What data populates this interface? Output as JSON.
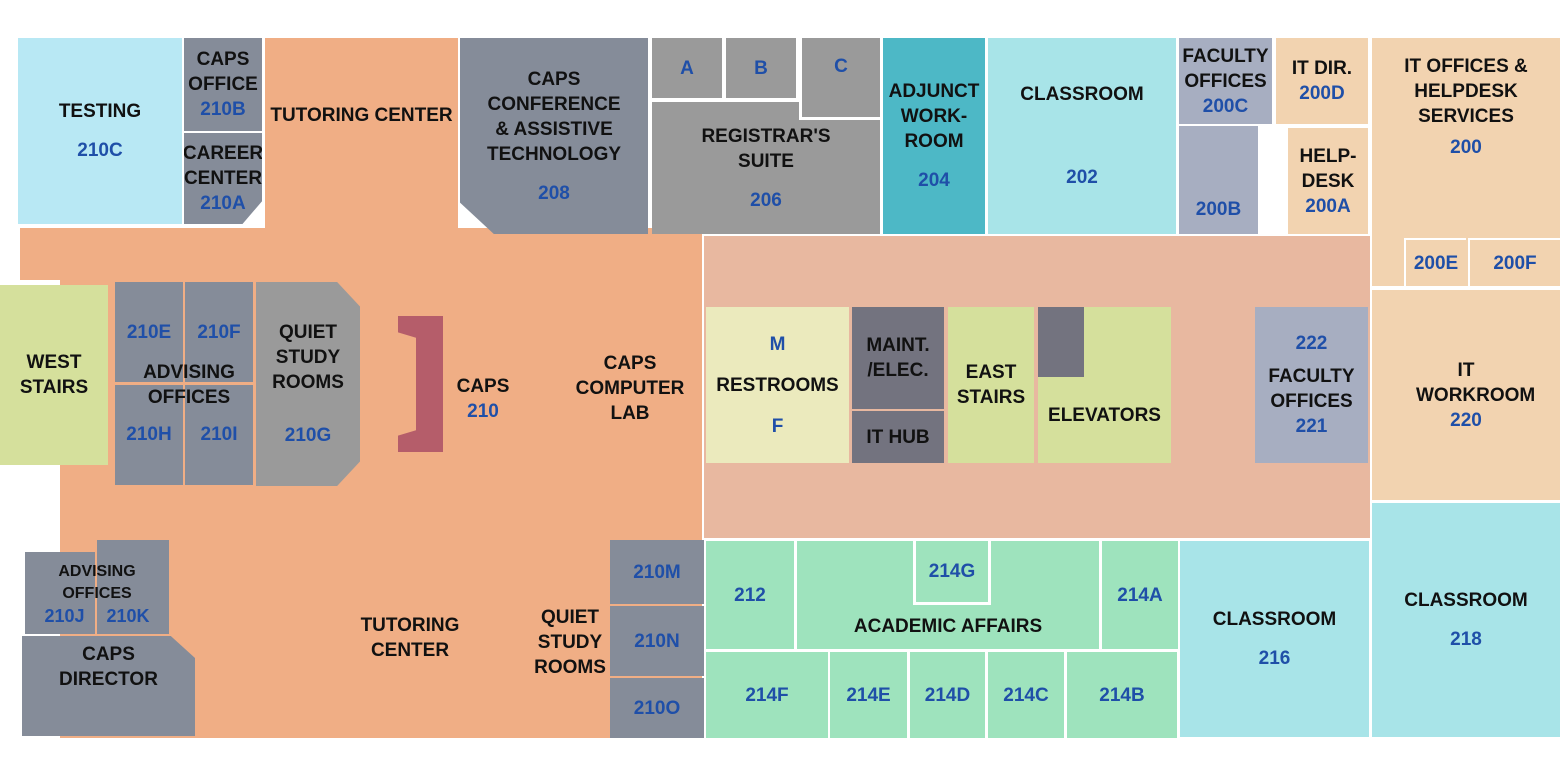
{
  "rooms": {
    "testing": {
      "name": "TESTING",
      "number": "210C"
    },
    "caps_office": {
      "name": "CAPS OFFICE",
      "number": "210B"
    },
    "career": {
      "name": "CAREER CENTER",
      "number": "210A"
    },
    "tutoring_top": {
      "name": "TUTORING CENTER"
    },
    "conference": {
      "name": "CAPS CONFERENCE & ASSISTIVE TECHNOLOGY",
      "number": "208"
    },
    "a": {
      "name": "A"
    },
    "b": {
      "name": "B"
    },
    "c": {
      "name": "C"
    },
    "registrar": {
      "name": "REGISTRAR'S SUITE",
      "number": "206"
    },
    "adjunct": {
      "name": "ADJUNCT WORK-ROOM",
      "number": "204"
    },
    "classroom202": {
      "name": "CLASSROOM",
      "number": "202"
    },
    "faculty200c": {
      "name": "FACULTY OFFICES",
      "number": "200C"
    },
    "r200b": {
      "number": "200B"
    },
    "itdir": {
      "name": "IT DIR.",
      "number": "200D"
    },
    "helpdesk": {
      "name": "HELP-DESK",
      "number": "200A"
    },
    "itoffices": {
      "name": "IT OFFICES & HELPDESK SERVICES",
      "number": "200"
    },
    "r200e": {
      "number": "200E"
    },
    "r200f": {
      "number": "200F"
    },
    "itwork": {
      "name": "IT WORKROOM",
      "number": "220"
    },
    "classroom218": {
      "name": "CLASSROOM",
      "number": "218"
    },
    "west_stairs": {
      "name": "WEST STAIRS"
    },
    "r210e": {
      "number": "210E"
    },
    "r210f": {
      "number": "210F"
    },
    "r210h": {
      "number": "210H"
    },
    "r210i": {
      "number": "210I"
    },
    "advising": {
      "name": "ADVISING OFFICES"
    },
    "quiet1": {
      "name": "QUIET STUDY ROOMS",
      "number": "210G"
    },
    "caps": {
      "name": "CAPS",
      "number": "210"
    },
    "complab": {
      "name": "CAPS COMPUTER LAB"
    },
    "restrooms": {
      "name": "RESTROOMS",
      "m": "M",
      "f": "F"
    },
    "maint": {
      "name": "MAINT. /ELEC."
    },
    "ithub": {
      "name": "IT HUB"
    },
    "east_stairs": {
      "name": "EAST STAIRS"
    },
    "elevators": {
      "name": "ELEVATORS"
    },
    "faculty221": {
      "name": "FACULTY OFFICES",
      "n1": "222",
      "n2": "221"
    },
    "r210m": {
      "number": "210M"
    },
    "r210n": {
      "number": "210N"
    },
    "r210o": {
      "number": "210O"
    },
    "quiet2": {
      "name": "QUIET STUDY ROOMS"
    },
    "tutoring_bottom": {
      "name": "TUTORING CENTER"
    },
    "advising2": {
      "name": "ADVISING OFFICES",
      "n1": "210J",
      "n2": "210K"
    },
    "director": {
      "name": "CAPS DIRECTOR"
    },
    "r212": {
      "number": "212"
    },
    "academic": {
      "name": "ACADEMIC AFFAIRS"
    },
    "r214g": {
      "number": "214G"
    },
    "r214a": {
      "number": "214A"
    },
    "r214f": {
      "number": "214F"
    },
    "r214e": {
      "number": "214E"
    },
    "r214d": {
      "number": "214D"
    },
    "r214c": {
      "number": "214C"
    },
    "r214b": {
      "number": "214B"
    },
    "classroom216": {
      "name": "CLASSROOM",
      "number": "216"
    }
  }
}
